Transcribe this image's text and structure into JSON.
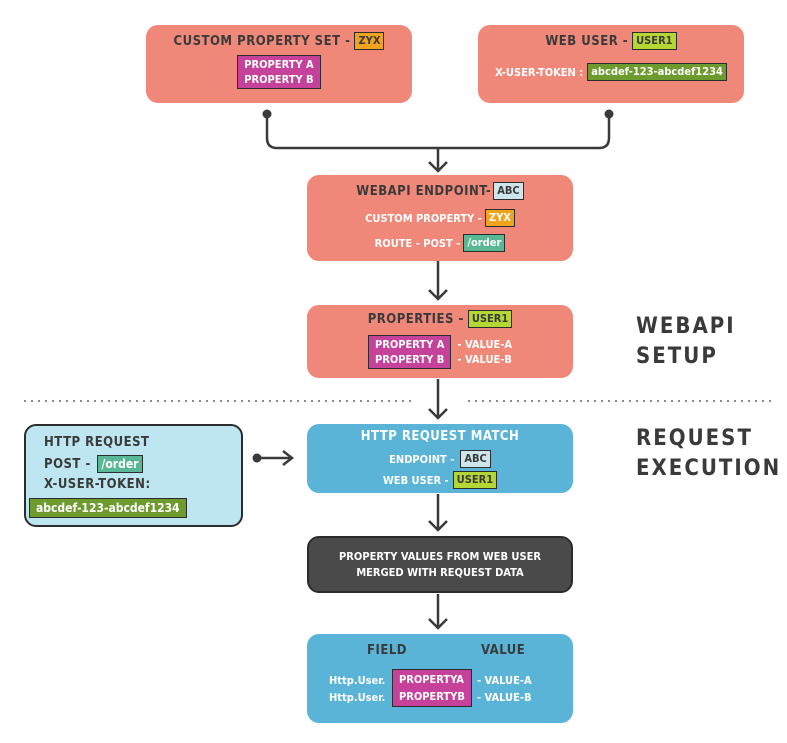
{
  "custom_property_set": {
    "title": "CUSTOM PROPERTY SET -",
    "tag": "ZYX",
    "properties": [
      "PROPERTY A",
      "PROPERTY B"
    ]
  },
  "web_user": {
    "title": "WEB USER -",
    "tag": "USER1",
    "token_label": "X-USER-TOKEN :",
    "token": "abcdef-123-abcdef1234"
  },
  "webapi_endpoint": {
    "title": "WEBAPI ENDPOINT-",
    "tag": "ABC",
    "custom_property_label": "CUSTOM PROPERTY -",
    "custom_property_tag": "ZYX",
    "route_label": "ROUTE - POST -",
    "route_tag": "/order"
  },
  "properties": {
    "title": "PROPERTIES -",
    "tag": "USER1",
    "names": [
      "PROPERTY A",
      "PROPERTY B"
    ],
    "values": [
      "- VALUE-A",
      "- VALUE-B"
    ]
  },
  "section_labels": {
    "setup_line1": "WEBAPI",
    "setup_line2": "SETUP",
    "exec_line1": "REQUEST",
    "exec_line2": "EXECUTION"
  },
  "http_request": {
    "title": "HTTP REQUEST",
    "post_label": "POST -",
    "post_tag": "/order",
    "token_label": "X-USER-TOKEN:",
    "token": "abcdef-123-abcdef1234"
  },
  "http_request_match": {
    "title": "HTTP REQUEST MATCH",
    "endpoint_label": "ENDPOINT -",
    "endpoint_tag": "ABC",
    "web_user_label": "WEB USER -",
    "web_user_tag": "USER1"
  },
  "merge": {
    "line1": "PROPERTY VALUES FROM WEB USER",
    "line2": "MERGED WITH REQUEST DATA"
  },
  "result": {
    "field_header": "FIELD",
    "value_header": "VALUE",
    "prefix": "Http.User.",
    "fields": [
      "PROPERTYA",
      "PROPERTYB"
    ],
    "values": [
      "- VALUE-A",
      "- VALUE-B"
    ]
  },
  "colors": {
    "salmon": "#ef8878",
    "blue": "#5ab4d8",
    "dark": "#4a4a4a",
    "light_blue": "#bde6f0",
    "orange": "#f0a31e",
    "lime": "#b5d734",
    "green": "#6d9b2e",
    "teal": "#58b894",
    "magenta": "#c6429a"
  }
}
